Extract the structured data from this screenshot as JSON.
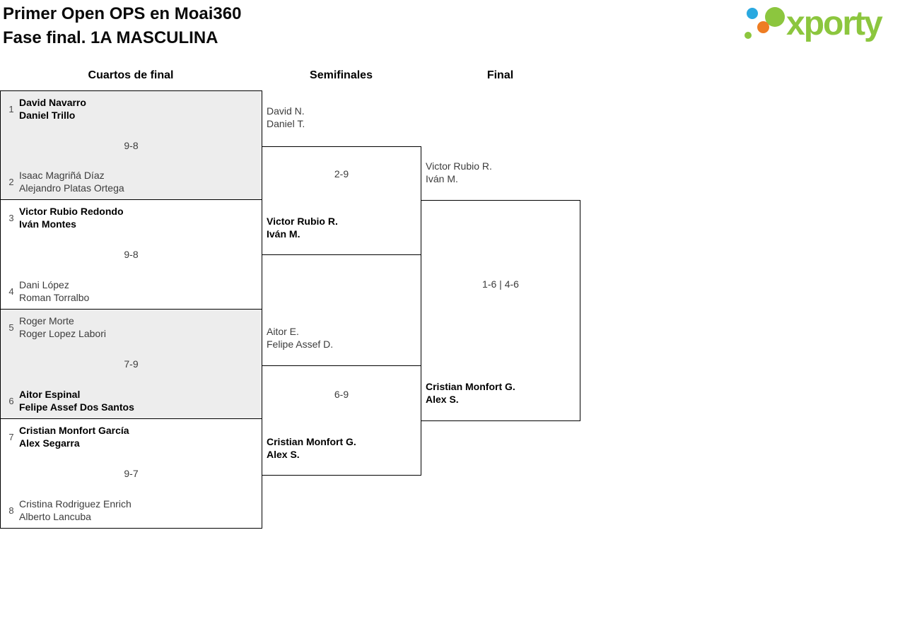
{
  "header": {
    "title_line1": "Primer Open OPS en Moai360",
    "title_line2": "Fase final. 1A MASCULINA"
  },
  "logo": {
    "wordmark": "xporty",
    "colors": {
      "green": "#8cc63e",
      "blue": "#2aa9e0",
      "orange": "#ee7d23"
    }
  },
  "round_headers": {
    "quarterfinals": "Cuartos de final",
    "semifinals": "Semifinales",
    "final": "Final"
  },
  "quarterfinals": [
    {
      "seed_top": "1",
      "top_line1": "David Navarro",
      "top_line2": "Daniel Trillo",
      "score": "9-8",
      "seed_bottom": "2",
      "bottom_line1": "Isaac Magriñá Díaz",
      "bottom_line2": "Alejandro Platas Ortega",
      "winner": "top"
    },
    {
      "seed_top": "3",
      "top_line1": "Victor Rubio Redondo",
      "top_line2": "Iván Montes",
      "score": "9-8",
      "seed_bottom": "4",
      "bottom_line1": "Dani López",
      "bottom_line2": "Roman Torralbo",
      "winner": "top"
    },
    {
      "seed_top": "5",
      "top_line1": "Roger Morte",
      "top_line2": "Roger Lopez Labori",
      "score": "7-9",
      "seed_bottom": "6",
      "bottom_line1": "Aitor Espinal",
      "bottom_line2": "Felipe Assef Dos Santos",
      "winner": "bottom"
    },
    {
      "seed_top": "7",
      "top_line1": "Cristian Monfort García",
      "top_line2": "Alex Segarra",
      "score": "9-7",
      "seed_bottom": "8",
      "bottom_line1": "Cristina Rodriguez Enrich",
      "bottom_line2": "Alberto Lancuba",
      "winner": "top"
    }
  ],
  "semifinals": [
    {
      "top_line1": "David N.",
      "top_line2": "Daniel T.",
      "score": "2-9",
      "bottom_line1": "Victor Rubio R.",
      "bottom_line2": "Iván M.",
      "winner": "bottom"
    },
    {
      "top_line1": "Aitor E.",
      "top_line2": "Felipe Assef D.",
      "score": "6-9",
      "bottom_line1": "Cristian Monfort G.",
      "bottom_line2": "Alex S.",
      "winner": "bottom"
    }
  ],
  "final": {
    "top_line1": "Victor Rubio R.",
    "top_line2": "Iván M.",
    "score": "1-6 | 4-6",
    "bottom_line1": "Cristian Monfort G.",
    "bottom_line2": "Alex S.",
    "winner": "bottom"
  }
}
